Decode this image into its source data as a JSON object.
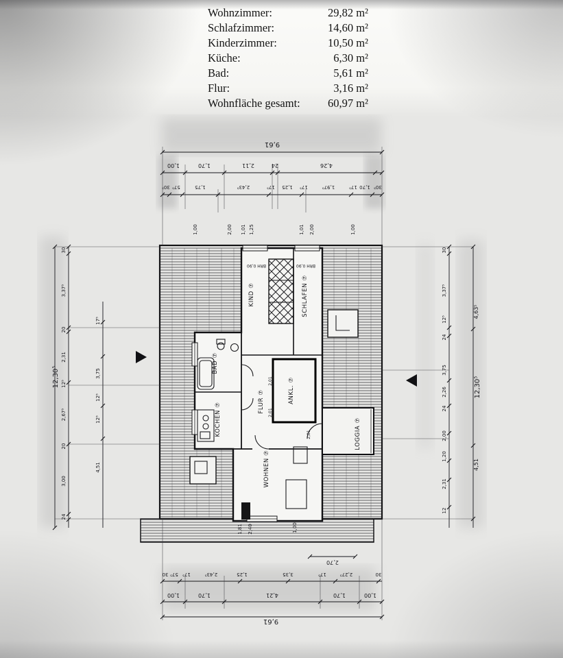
{
  "areas": {
    "rows": [
      {
        "label": "Wohnzimmer:",
        "value": "29,82 m²"
      },
      {
        "label": "Schlafzimmer:",
        "value": "14,60 m²"
      },
      {
        "label": "Kinderzimmer:",
        "value": "10,50 m²"
      },
      {
        "label": "Küche:",
        "value": "6,30 m²"
      },
      {
        "label": "Bad:",
        "value": "5,61 m²"
      },
      {
        "label": "Flur:",
        "value": "3,16 m²"
      },
      {
        "label": "Wohnfläche gesamt:",
        "value": "60,97 m²"
      }
    ]
  },
  "plan": {
    "overall": {
      "top": "9,61",
      "bottom": "9,61",
      "left": "12,30⁵"
    },
    "top_chain1": [
      "1,00",
      "1,70",
      "2,11",
      "24",
      "4,26"
    ],
    "top_chain2": [
      "30⁵",
      "57⁵",
      "1,75",
      "2,43⁵",
      "17⁵",
      "1,25",
      "17⁵",
      "1,97⁵",
      "17⁵",
      "1,70",
      "30⁵"
    ],
    "top_small": [
      "1,00",
      "2,00",
      "1,01",
      "1,25",
      "1,01",
      "2,00",
      "1,00"
    ],
    "bottom_chain1": [
      "30",
      "57⁵",
      "17⁵",
      "2,43⁵",
      "1,25",
      "3,35",
      "17⁵",
      "2,27⁵",
      "30"
    ],
    "bottom_chain2": [
      "1,00",
      "1,70",
      "4,21",
      "1,70",
      "1,00"
    ],
    "bottom_small": [
      "1,81",
      "2,40",
      "1,00",
      "2,70"
    ],
    "left_outer": [
      "30",
      "3,37⁵",
      "20",
      "2,31",
      "12⁵",
      "2,67⁵",
      "20",
      "3,00",
      "24"
    ],
    "left_inner": [
      "17⁵",
      "3,75",
      "12⁵",
      "12⁵",
      "4,51"
    ],
    "right_outer": [
      "30",
      "3,37⁵",
      "12⁵",
      "24",
      "3,75",
      "2,26",
      "24",
      "2,00",
      "1,20",
      "2,31",
      "12"
    ],
    "right_inner": [
      "4,63⁵",
      "12,30⁵",
      "4,51"
    ],
    "rooms": [
      "KIND ⑦",
      "SCHLAFEN ⑦",
      "BAD ⑦",
      "KOCHEN ⑦",
      "FLUR ⑦",
      "ANKL. ⑦",
      "WOHNEN ⑦",
      "LOGGIA ⑦"
    ],
    "notes": [
      "BRH 0,90",
      "BRH 0,90",
      "2,01",
      "2,01",
      "2,01"
    ]
  }
}
